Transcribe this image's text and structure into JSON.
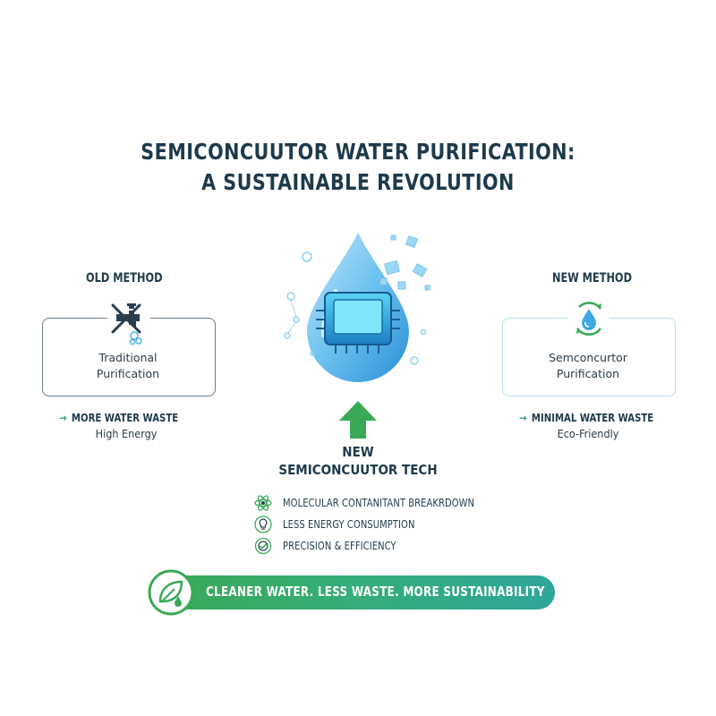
{
  "title": {
    "line1": "SEMICONCUUTOR WATER PURIFICATION:",
    "line2": "A SUSTAINABLE REVOLUTION"
  },
  "old_method": {
    "label": "OLD METHOD",
    "box_line1": "Traditional",
    "box_line2": "Purification",
    "arrow_text": "MORE WATER WASTE",
    "sub_text": "High Energy",
    "icon": "crossed-faucet-icon"
  },
  "new_method": {
    "label": "NEW METHOD",
    "box_line1": "Semconcurtor",
    "box_line2": "Purification",
    "arrow_text": "MINIMAL WATER WASTE",
    "sub_text": "Eco-Friendly",
    "icon": "recycle-water-drop-icon"
  },
  "center": {
    "line1": "NEW",
    "line2": "SEMICONCUUTOR TECH",
    "icon": "water-drop-chip-icon"
  },
  "features": [
    {
      "icon": "atom-icon",
      "text": "MOLECULAR CONTANITANT BREAKRDOWN"
    },
    {
      "icon": "lightbulb-icon",
      "text": "LESS ENERGY CONSUMPTION"
    },
    {
      "icon": "target-check-icon",
      "text": "PRECISION & EFFICIENCY"
    }
  ],
  "banner": {
    "text": "CLEANER WATER. LESS WASTE. MORE SUSTAINABILITY",
    "icon": "leaf-drop-icon"
  },
  "colors": {
    "title": "#1d3a4c",
    "green": "#3aa957",
    "teal": "#2fa59a",
    "blue": "#3ea8e0"
  }
}
